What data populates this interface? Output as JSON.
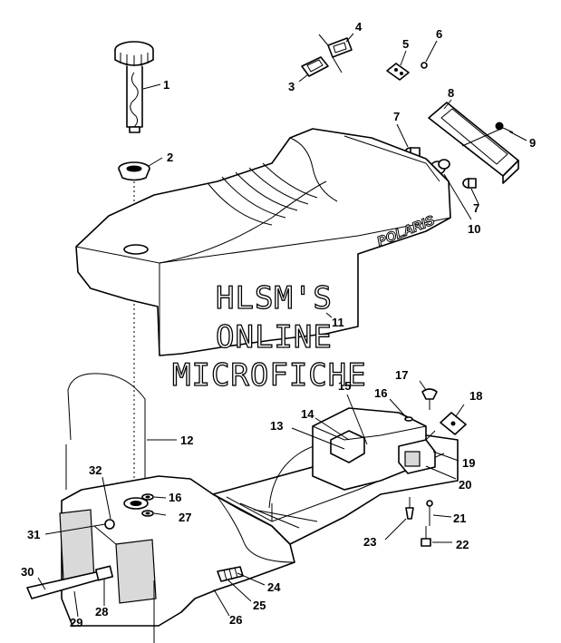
{
  "watermark": {
    "line1": "HLSM'S",
    "line2": "ONLINE",
    "line3": "MICROFICHE"
  },
  "brand_text": "POLARIS",
  "callouts": [
    "1",
    "2",
    "3",
    "4",
    "5",
    "6",
    "7",
    "7",
    "8",
    "9",
    "10",
    "11",
    "12",
    "13",
    "14",
    "15",
    "16",
    "16",
    "17",
    "18",
    "19",
    "20",
    "21",
    "22",
    "23",
    "24",
    "25",
    "26",
    "27",
    "28",
    "29",
    "30",
    "31",
    "32"
  ]
}
